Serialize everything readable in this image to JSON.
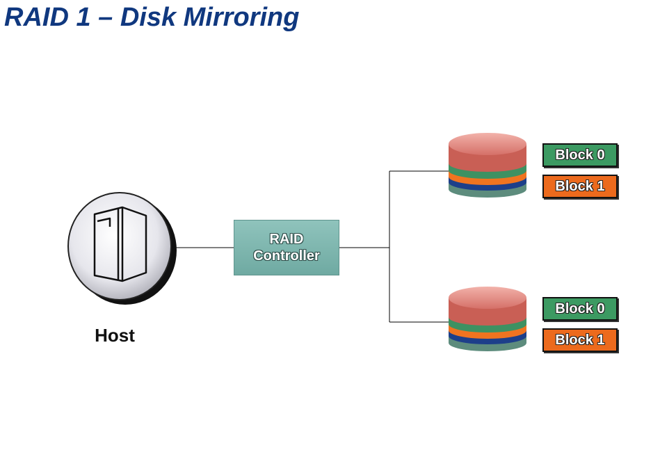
{
  "title": "RAID 1 – Disk Mirroring",
  "host": {
    "label": "Host",
    "icon": "server-icon"
  },
  "controller": {
    "line1": "RAID",
    "line2": "Controller"
  },
  "disks": [
    {
      "icon": "disk-stack-icon",
      "blocks": [
        "Block 0",
        "Block 1"
      ]
    },
    {
      "icon": "disk-stack-icon",
      "blocks": [
        "Block 0",
        "Block 1"
      ]
    }
  ],
  "colors": {
    "title": "#10387f",
    "controller": "#7fb7b0",
    "block0": "#3c9a62",
    "block1": "#ec6a1d"
  }
}
